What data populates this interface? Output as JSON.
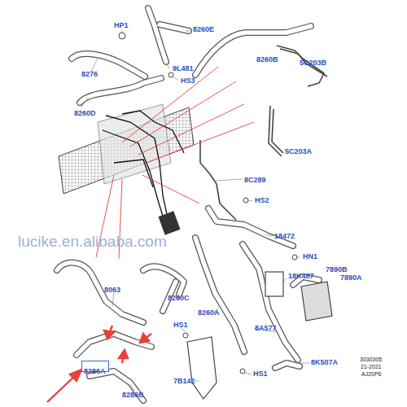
{
  "diagram": {
    "nodes": [
      {
        "text": [
          "8286A"
        ]
      }
    ],
    "labels": [
      "HP1",
      "8260E",
      "8276",
      "9L481",
      "HS3",
      "8260D",
      "8260B",
      "5C203B",
      "5C203A",
      "8C289",
      "HS2",
      "18472",
      "HN1",
      "7890B",
      "7890A",
      "18K487",
      "8063",
      "8260C",
      "8260A",
      "8A577",
      "HS1",
      "8K507A",
      "HS1",
      "7B142",
      "8286B",
      "lucike.en.alibaba.com",
      "3030305",
      "21-2021",
      "AJ20P6"
    ]
  }
}
